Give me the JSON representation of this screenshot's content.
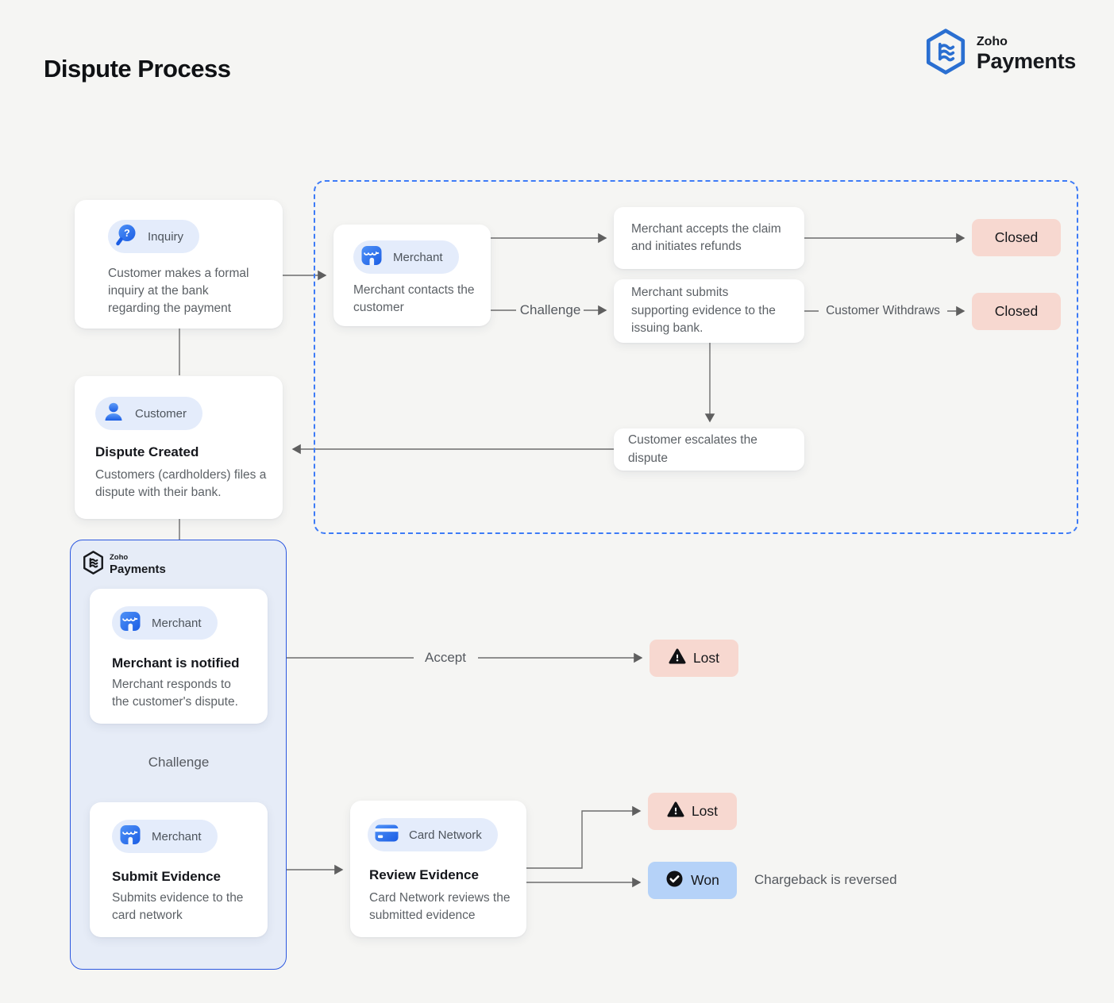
{
  "title": "Dispute Process",
  "logo": {
    "zoho": "Zoho",
    "payments": "Payments"
  },
  "zoho_panel": {
    "zoho": "Zoho",
    "payments": "Payments"
  },
  "cards": {
    "inquiry": {
      "tag": "Inquiry",
      "body": "Customer makes a formal inquiry at the bank regarding the payment"
    },
    "merchant_contacts": {
      "tag": "Merchant",
      "body": "Merchant contacts the customer"
    },
    "dispute_created": {
      "tag": "Customer",
      "title": "Dispute Created",
      "body": "Customers (cardholders) files a dispute with their bank."
    },
    "merchant_notified": {
      "tag": "Merchant",
      "title": "Merchant is notified",
      "body": "Merchant responds to the customer's dispute."
    },
    "submit_evidence": {
      "tag": "Merchant",
      "title": "Submit Evidence",
      "body": "Submits evidence to the card network"
    },
    "review_evidence": {
      "tag": "Card Network",
      "title": "Review Evidence",
      "body": "Card Network reviews the submitted evidence"
    }
  },
  "boxes": {
    "accepts": "Merchant accepts the claim and initiates refunds",
    "submits": "Merchant submits supporting evidence to the issuing bank.",
    "escalates": "Customer escalates the dispute"
  },
  "edge_labels": {
    "challenge_top": "Challenge",
    "customer_withdraws": "Customer Withdraws",
    "accept": "Accept",
    "challenge_bottom": "Challenge",
    "chargeback_note": "Chargeback is reversed"
  },
  "badges": {
    "closed_top": "Closed",
    "closed_mid": "Closed",
    "lost_accept": "Lost",
    "lost_review": "Lost",
    "won": "Won"
  },
  "colors": {
    "background": "#f5f5f3",
    "accent_blue": "#2563e9",
    "dashed_border": "#3d7bf7",
    "panel_border": "#2b57e0",
    "panel_bg": "#e6ecf7",
    "pill_bg": "#e4ecfb",
    "badge_pink": "#f7d8d0",
    "badge_blue": "#b5d2f8",
    "arrow_gray": "#6d6d6d"
  }
}
